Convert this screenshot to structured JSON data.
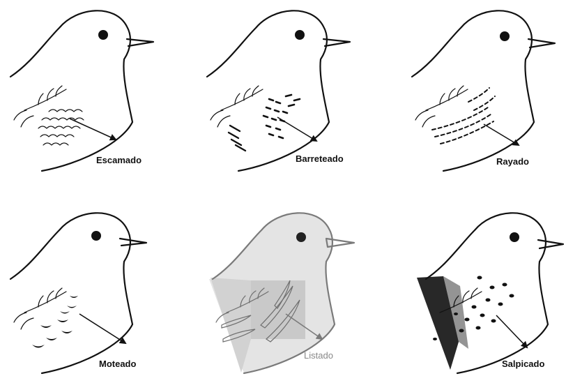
{
  "panels": [
    {
      "id": "escamado",
      "label": "Escamado"
    },
    {
      "id": "barreteado",
      "label": "Barreteado"
    },
    {
      "id": "rayado",
      "label": "Rayado"
    },
    {
      "id": "moteado",
      "label": "Moteado"
    },
    {
      "id": "listado",
      "label": "Listado"
    },
    {
      "id": "salpicado",
      "label": "Salpicado"
    }
  ],
  "colors": {
    "ink": "#111111",
    "listado_text": "#888888",
    "listado_fill": "#d8d8d8"
  }
}
